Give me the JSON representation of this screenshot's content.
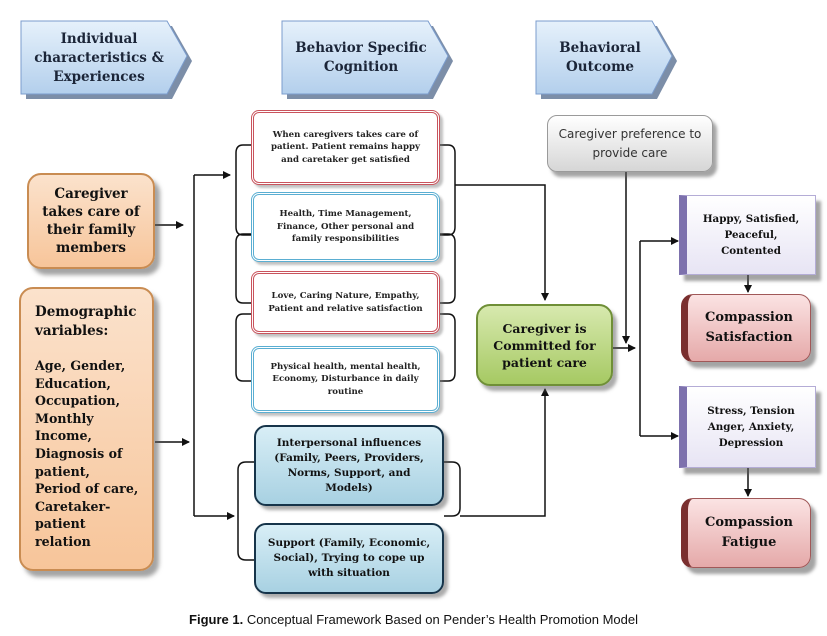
{
  "headers": {
    "individual": "Individual characteristics & Experiences",
    "cognition": "Behavior Specific Cognition",
    "outcome": "Behavioral Outcome"
  },
  "left": {
    "caregiver": "Caregiver takes care of their family members",
    "demographic_title": "Demographic variables:",
    "demographic_items": "Age, Gender,\nEducation,\nOccupation,\nMonthly\nIncome,\nDiagnosis of\npatient,\nPeriod of care,\nCaretaker-\npatient\nrelation"
  },
  "cognition_boxes": {
    "b1": "When caregivers takes care of patient. Patient remains happy and caretaker get satisfied",
    "b2": "Health, Time Management, Finance, Other personal and family responsibilities",
    "b3": "Love, Caring Nature, Empathy, Patient and relative satisfaction",
    "b4": "Physical health, mental health, Economy, Disturbance in daily routine",
    "b5": "Interpersonal influences (Family, Peers, Providers, Norms, Support, and Models)",
    "b6": "Support (Family, Economic, Social), Trying to cope up with situation"
  },
  "center": {
    "committed": "Caregiver is Committed for patient care",
    "preference": "Caregiver preference to provide care"
  },
  "outcomes": {
    "positive": "Happy, Satisfied, Peaceful, Contented",
    "satisfaction": "Compassion Satisfaction",
    "negative": "Stress, Tension Anger, Anxiety, Depression",
    "fatigue": "Compassion Fatigue"
  },
  "caption": {
    "label": "Figure 1.",
    "text": " Conceptual Framework Based on Pender’s Health Promotion Model"
  }
}
